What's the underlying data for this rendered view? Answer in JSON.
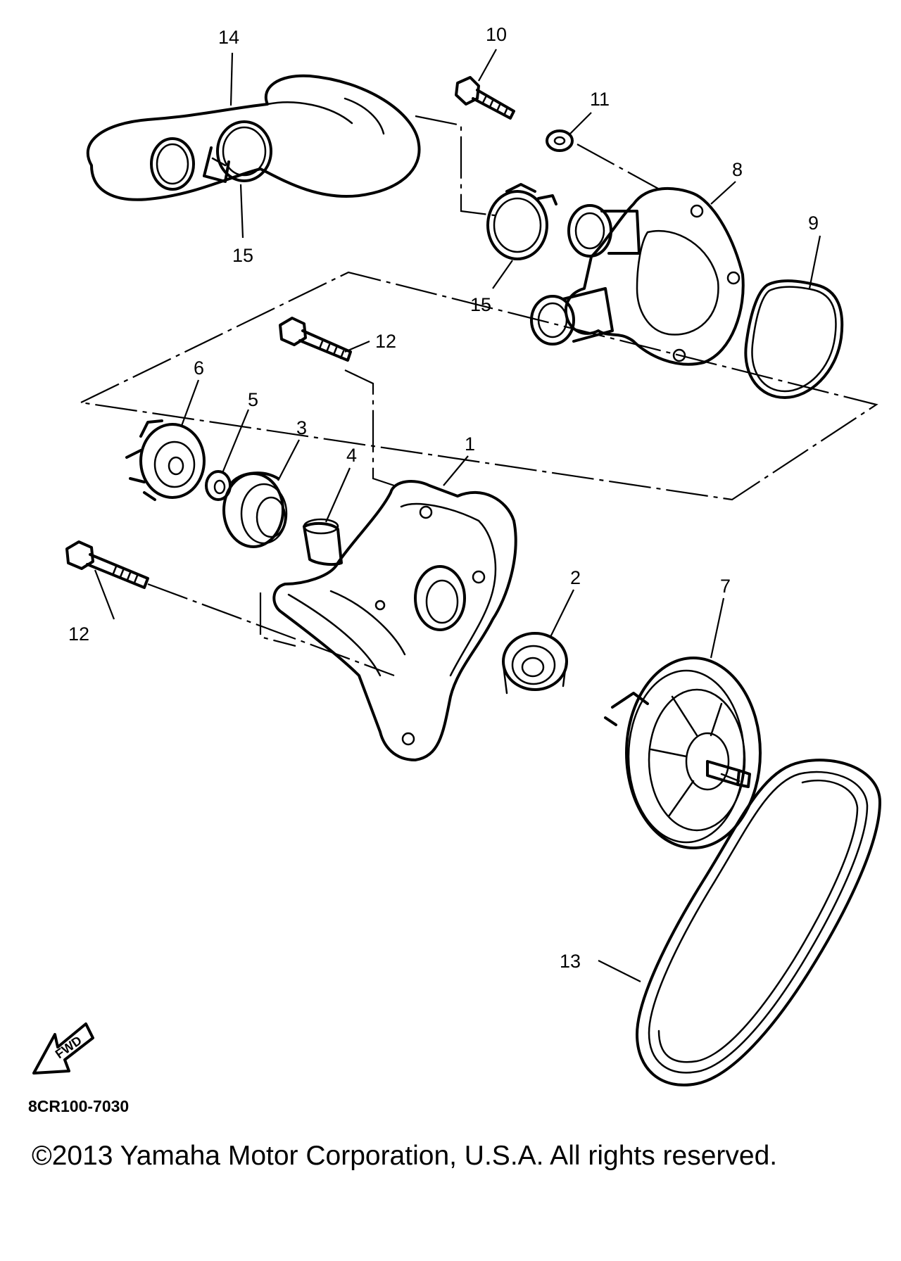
{
  "diagram": {
    "callouts": {
      "c1": "1",
      "c2": "2",
      "c3": "3",
      "c4": "4",
      "c5": "5",
      "c6": "6",
      "c7": "7",
      "c8": "8",
      "c9": "9",
      "c10": "10",
      "c11": "11",
      "c12a": "12",
      "c12b": "12",
      "c13": "13",
      "c14": "14",
      "c15a": "15",
      "c15b": "15"
    },
    "fwd_label": "FWD",
    "diagram_code": "8CR100-7030",
    "copyright": "©2013 Yamaha Motor Corporation, U.S.A. All rights reserved."
  }
}
